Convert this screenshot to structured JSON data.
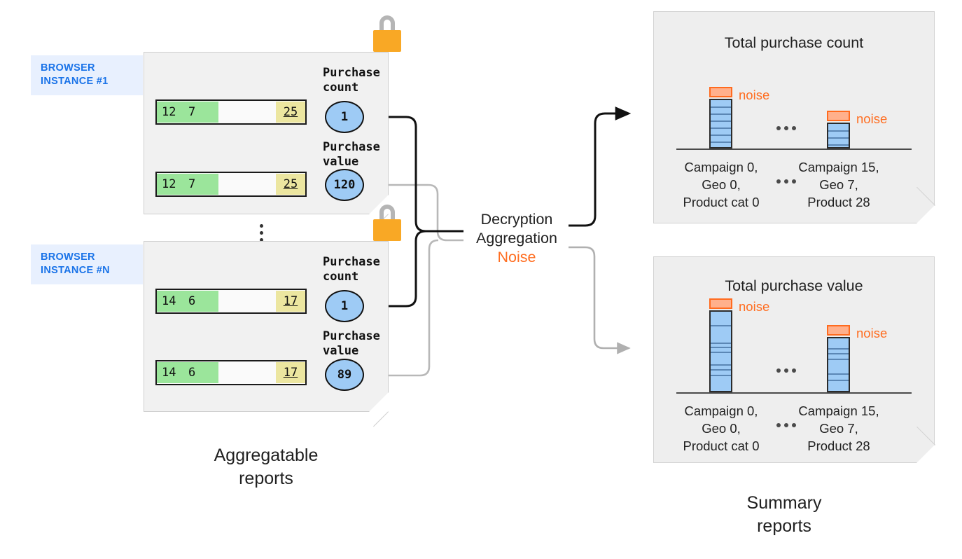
{
  "browser_instances": [
    {
      "tag": "BROWSER\nINSTANCE #1",
      "rows": [
        {
          "values": [
            "12",
            "7"
          ],
          "total": "25"
        },
        {
          "values": [
            "12",
            "7"
          ],
          "total": "25"
        }
      ],
      "fields": [
        {
          "label": "Purchase\ncount",
          "value": "1"
        },
        {
          "label": "Purchase\nvalue",
          "value": "120"
        }
      ],
      "lock_icon": "padlock-icon"
    },
    {
      "tag": "BROWSER\nINSTANCE #N",
      "rows": [
        {
          "values": [
            "14",
            "6"
          ],
          "total": "17"
        },
        {
          "values": [
            "14",
            "6"
          ],
          "total": "17"
        }
      ],
      "fields": [
        {
          "label": "Purchase\ncount",
          "value": "1"
        },
        {
          "label": "Purchase\nvalue",
          "value": "89"
        }
      ],
      "lock_icon": "padlock-icon"
    }
  ],
  "center_process": {
    "line1": "Decryption",
    "line2": "Aggregation",
    "line3": "Noise"
  },
  "captions": {
    "left": "Aggregatable\nreports",
    "right": "Summary\nreports"
  },
  "colors": {
    "accent_blue": "#1a73e8",
    "tag_bg": "#e8f0fe",
    "noise_orange": "#ff6d20",
    "noise_fill": "#ffb08c",
    "bar_fill": "#9ecbf5",
    "lock_body": "#f9a825",
    "chip_green": "#9be59b",
    "chip_yellow": "#ece6a0",
    "panel_bg": "#eeeeee",
    "card_bg": "#f1f1f1"
  },
  "chart_data": [
    {
      "type": "bar",
      "title": "Total purchase count",
      "categories": [
        "Campaign 0,\nGeo 0,\nProduct cat 0",
        "Campaign 15,\nGeo 7,\nProduct 28"
      ],
      "values": [
        7,
        4
      ],
      "noise": [
        0.7,
        0.7
      ],
      "segments": [
        [
          1,
          1,
          1,
          1,
          1,
          1,
          1
        ],
        [
          1,
          1,
          1,
          1
        ]
      ],
      "noise_label": "noise",
      "ellipsis": "...",
      "xlabel": "",
      "ylabel": "",
      "ylim": [
        0,
        9
      ],
      "grid": false,
      "legend": "none"
    },
    {
      "type": "bar",
      "title": "Total purchase value",
      "categories": [
        "Campaign 0,\nGeo 0,\nProduct cat 0",
        "Campaign 15,\nGeo 7,\nProduct 28"
      ],
      "values": [
        9,
        6.3
      ],
      "noise": [
        0.7,
        0.7
      ],
      "segments": [
        [
          1.4,
          1.8,
          0.45,
          0.5,
          1.3,
          0.55,
          0.6,
          2.4
        ],
        [
          1.0,
          0.5,
          0.6,
          1.6,
          0.7,
          1.9
        ]
      ],
      "noise_label": "noise",
      "ellipsis": "...",
      "xlabel": "",
      "ylabel": "",
      "ylim": [
        0,
        10
      ],
      "grid": false,
      "legend": "none"
    }
  ]
}
